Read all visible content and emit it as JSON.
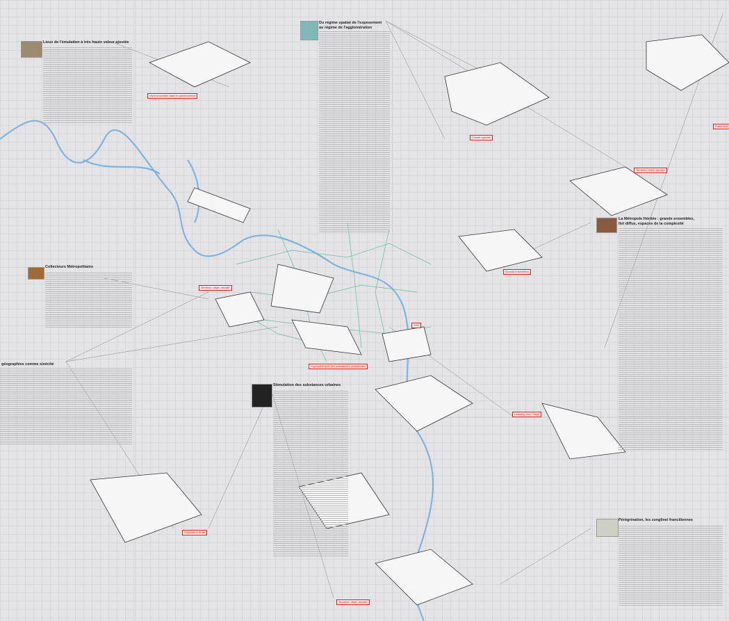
{
  "colors": {
    "background": "#e4e4e6",
    "river": "#7fb3e0",
    "network": "#5fbfa0",
    "label": "#dd2222"
  },
  "labels": [
    "Vivre ensemble dans le parcimonieux",
    "Cluster hybride",
    "Parlement d",
    "Territoire, objet, densité",
    "Territoire, objet, densité",
    "Grands ensembles",
    "TOD",
    "Psychothérapie des substances persistantes",
    "Learning from Tokyo",
    "Stimulation brute",
    "Territoire, objet, densité"
  ],
  "articles": [
    {
      "title": "Lieux de l'émulation à très haute valeur ajoutée"
    },
    {
      "title": "Du régime spatial de l'exposement\nau régime de l'agglomération"
    },
    {
      "title": "Collecteurs Métropolitains"
    },
    {
      "title": "géographies comme sinécité"
    },
    {
      "title": "Stimulation des substances urbaines"
    },
    {
      "title": "La Métropole Héritée : grands ensembles,\nîlot diffus, espaces de la complexité"
    },
    {
      "title": "Pérégrination, les zonglinel franciliennes"
    }
  ]
}
